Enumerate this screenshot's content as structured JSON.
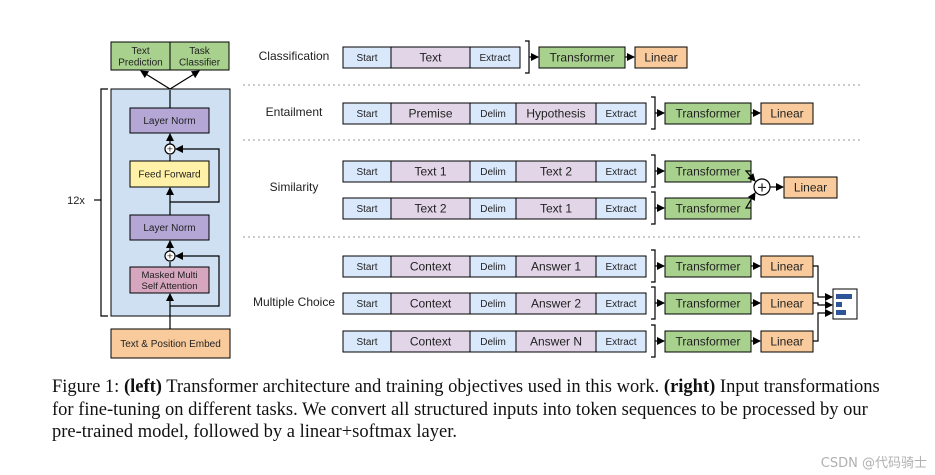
{
  "colors": {
    "block_bg": "#cfe0f3",
    "norm": "#b4a7d6",
    "feed_forward": "#fff2a8",
    "attention": "#d5a6bd",
    "embed": "#f9cb9c",
    "output": "#a9d18e",
    "token_start": "#dae8fc",
    "token_text": "#e1d5e7",
    "transformer": "#a9d18e",
    "linear": "#f9cb9c",
    "line": "#000000",
    "divider": "#999999"
  },
  "architecture": {
    "outputs": [
      "Text\nPrediction",
      "Task\nClassifier"
    ],
    "layer_norm_top": "Layer Norm",
    "feed_forward": "Feed Forward",
    "layer_norm_bottom": "Layer Norm",
    "attention": "Masked Multi\nSelf Attention",
    "embed": "Text & Position Embed",
    "repeat": "12x",
    "add_symbol": "+"
  },
  "transformer_label": "Transformer",
  "linear_label": "Linear",
  "add_symbol": "+",
  "tasks": [
    {
      "name": "Classification",
      "rows": [
        {
          "tokens": [
            "Start",
            "Text",
            "Extract"
          ]
        }
      ]
    },
    {
      "name": "Entailment",
      "rows": [
        {
          "tokens": [
            "Start",
            "Premise",
            "Delim",
            "Hypothesis",
            "Extract"
          ]
        }
      ]
    },
    {
      "name": "Similarity",
      "rows": [
        {
          "tokens": [
            "Start",
            "Text 1",
            "Delim",
            "Text 2",
            "Extract"
          ]
        },
        {
          "tokens": [
            "Start",
            "Text 2",
            "Delim",
            "Text 1",
            "Extract"
          ]
        }
      ]
    },
    {
      "name": "Multiple Choice",
      "rows": [
        {
          "tokens": [
            "Start",
            "Context",
            "Delim",
            "Answer 1",
            "Extract"
          ]
        },
        {
          "tokens": [
            "Start",
            "Context",
            "Delim",
            "Answer 2",
            "Extract"
          ]
        },
        {
          "tokens": [
            "Start",
            "Context",
            "Delim",
            "Answer N",
            "Extract"
          ]
        }
      ]
    }
  ],
  "caption": {
    "prefix": "Figure 1: ",
    "left_label": "(left)",
    "text1": " Transformer architecture and training objectives used in this work. ",
    "right_label": "(right)",
    "text2": " Input transformations for fine-tuning on different tasks.  We convert all structured inputs into token sequences to be processed by our pre-trained model, followed by a linear+softmax layer."
  },
  "watermark": "CSDN @代码骑士"
}
